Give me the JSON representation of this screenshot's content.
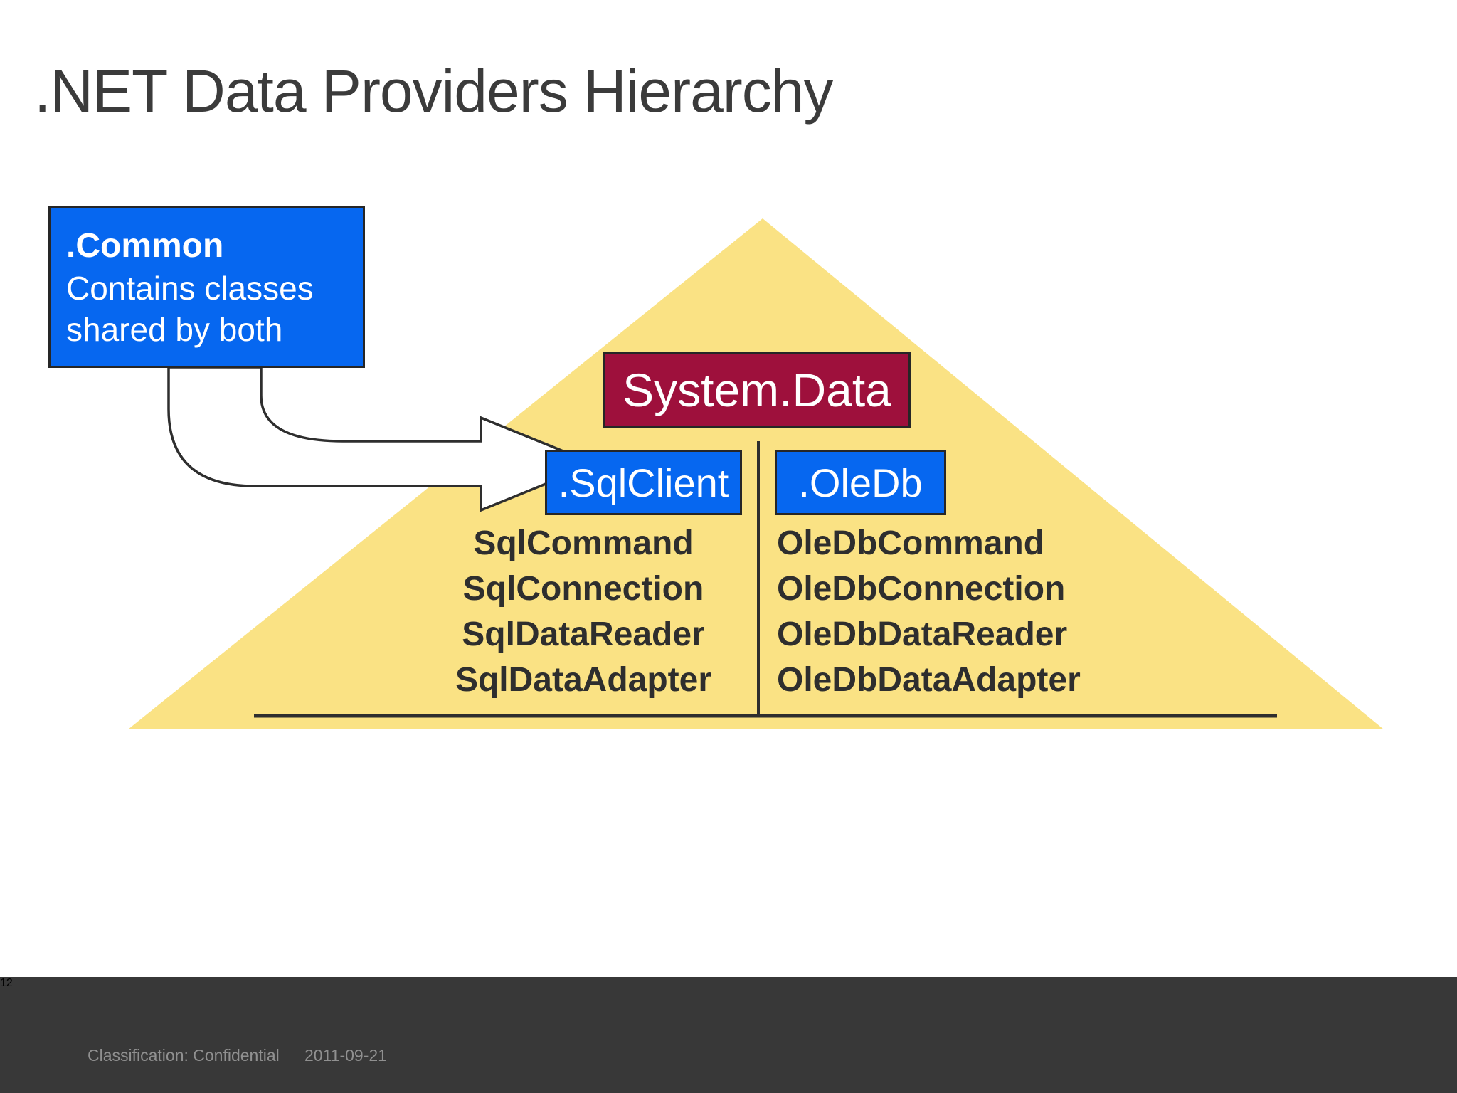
{
  "slide": {
    "title": ".NET Data Providers Hierarchy"
  },
  "callout": {
    "title": ".Common",
    "line1": "Contains classes",
    "line2": "shared by both"
  },
  "pyramid": {
    "root_label": "System.Data",
    "left": {
      "label": ".SqlClient",
      "classes": [
        "SqlCommand",
        "SqlConnection",
        "SqlDataReader",
        "SqlDataAdapter"
      ]
    },
    "right": {
      "label": ".OleDb",
      "classes": [
        "OleDbCommand",
        "OleDbConnection",
        "OleDbDataReader",
        "OleDbDataAdapter"
      ]
    }
  },
  "footer": {
    "page_number": "12",
    "classification": "Classification: Confidential",
    "date": "2011-09-21"
  },
  "colors": {
    "accent_blue": "#0667f0",
    "accent_maroon": "#9e103c",
    "pyramid_yellow": "#fae284",
    "outline_dark": "#2e2e2e",
    "title_gray": "#3b3b3b",
    "footer_bar": "#383838",
    "footer_text_gray": "#909090"
  }
}
